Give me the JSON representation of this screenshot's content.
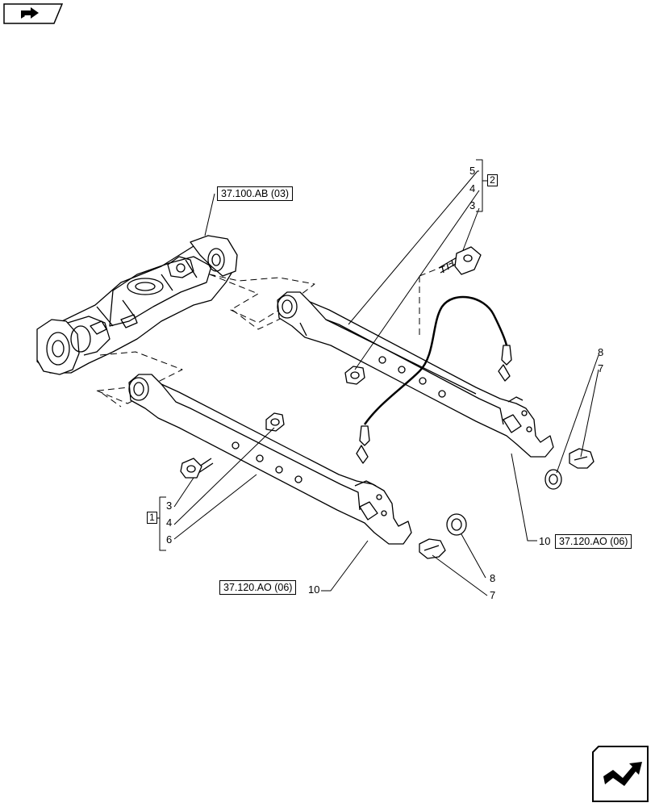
{
  "nav": {
    "back_icon": "back-arrow-icon",
    "forward_icon": "forward-arrow-icon"
  },
  "references": {
    "axle_ref": "37.100.AB (03)",
    "link_ref_left": "37.120.AO (06)",
    "link_ref_right": "37.120.AO (06)"
  },
  "groups": {
    "group_1": "1",
    "group_2": "2"
  },
  "callouts": {
    "right_group": [
      "5",
      "4",
      "3"
    ],
    "left_group": [
      "3",
      "4",
      "6"
    ],
    "right_parts": [
      "8",
      "7"
    ],
    "left_parts": [
      "8",
      "7"
    ],
    "left_link": "10",
    "right_link": "10"
  },
  "colors": {
    "line": "#000000",
    "background": "#ffffff"
  }
}
